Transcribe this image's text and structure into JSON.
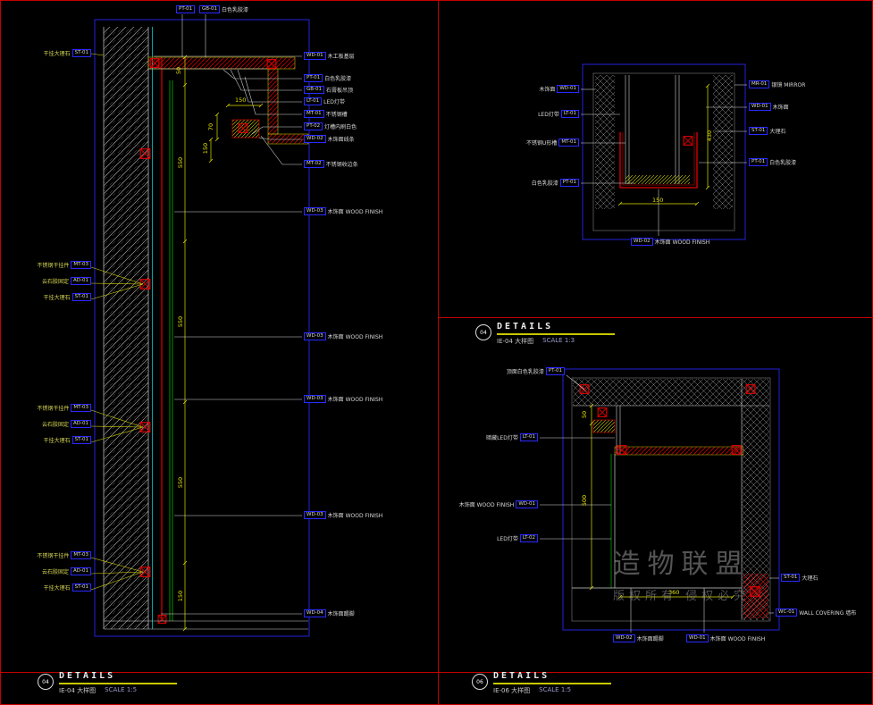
{
  "colors": {
    "frame_red": "#c40000",
    "viewport_blue": "#2222dd",
    "cyan": "#00d0d0",
    "dim_yellow": "#e0e000",
    "green": "#00b400",
    "hatch_gray": "#8f8f8f",
    "accent_red": "#e00000"
  },
  "watermark": {
    "line1": "造物联盟",
    "line2": "版权所有 侵权必究"
  },
  "titles": {
    "left": {
      "num": "04",
      "title": "DETAILS",
      "code": "IE-04 大样图",
      "scale": "SCALE 1:5"
    },
    "mid": {
      "num": "04",
      "title": "DETAILS",
      "code": "IE-04 大样图",
      "scale": "SCALE 1:3"
    },
    "right": {
      "num": "06",
      "title": "DETAILS",
      "code": "IE-06 大样图",
      "scale": "SCALE 1:5"
    }
  },
  "left_detail": {
    "top_note": "白色乳胶漆",
    "top_codes": [
      "PT-01",
      "GB-01"
    ],
    "callouts_right": [
      {
        "code": "WD-01",
        "label": "木工板基层"
      },
      {
        "code": "PT-01",
        "label": "白色乳胶漆"
      },
      {
        "code": "GB-01",
        "label": "石膏板吊顶"
      },
      {
        "code": "LT-01",
        "label": "LED灯带"
      },
      {
        "code": "MT-01",
        "label": "不锈钢槽"
      },
      {
        "code": "PT-02",
        "label": "灯槽内刷白色"
      },
      {
        "code": "WD-02",
        "label": "木饰面线条"
      },
      {
        "code": "MT-02",
        "label": "不锈钢收边条"
      },
      {
        "code": "WD-03",
        "label": "木饰面 WOOD FINISH"
      },
      {
        "code": "WD-03",
        "label": "木饰面 WOOD FINISH"
      },
      {
        "code": "WD-03",
        "label": "木饰面 WOOD FINISH"
      },
      {
        "code": "WD-03",
        "label": "木饰面 WOOD FINISH"
      },
      {
        "code": "WD-04",
        "label": "木饰面踢脚"
      }
    ],
    "callouts_left": [
      {
        "code": "ST-01",
        "label": "干挂大理石"
      },
      {
        "code": "MT-03",
        "label": "不锈钢干挂件"
      },
      {
        "code": "AD-01",
        "label": "云石胶固定"
      },
      {
        "code": "ST-01",
        "label": "干挂大理石"
      },
      {
        "code": "MT-03",
        "label": "不锈钢干挂件"
      },
      {
        "code": "AD-01",
        "label": "云石胶固定"
      },
      {
        "code": "ST-01",
        "label": "干挂大理石"
      },
      {
        "code": "MT-03",
        "label": "不锈钢干挂件"
      },
      {
        "code": "AD-01",
        "label": "云石胶固定"
      },
      {
        "code": "ST-01",
        "label": "干挂大理石"
      }
    ],
    "dims": {
      "h150": "150",
      "v70": "70",
      "v150": "150",
      "chain": [
        "50",
        "550",
        "550",
        "550",
        "150"
      ]
    }
  },
  "detail_tr": {
    "left": [
      {
        "code": "WD-01",
        "label": "木饰面"
      },
      {
        "code": "LT-01",
        "label": "LED灯带"
      },
      {
        "code": "MT-01",
        "label": "不锈钢U形槽"
      },
      {
        "code": "PT-01",
        "label": "白色乳胶漆"
      }
    ],
    "right": [
      {
        "code": "MR-01",
        "label": "银镜 MIRROR"
      },
      {
        "code": "WD-01",
        "label": "木饰面"
      },
      {
        "code": "ST-01",
        "label": "大理石"
      },
      {
        "code": "PT-01",
        "label": "白色乳胶漆"
      }
    ],
    "bottom": {
      "code": "WD-02",
      "label": "木饰面 WOOD FINISH"
    },
    "dims": {
      "w": "150",
      "h": "430"
    }
  },
  "detail_br": {
    "top": {
      "code": "PT-01",
      "label": "顶面白色乳胶漆"
    },
    "left": [
      {
        "code": "LT-01",
        "label": "暗藏LED灯带"
      },
      {
        "code": "WD-01",
        "label": "木饰面 WOOD FINISH"
      },
      {
        "code": "LT-02",
        "label": "LED灯带"
      }
    ],
    "right": [
      {
        "code": "ST-01",
        "label": "大理石"
      },
      {
        "code": "WC-01",
        "label": "WALL COVERING 墙布"
      }
    ],
    "bottom": [
      {
        "code": "WD-02",
        "label": "木饰面踢脚"
      },
      {
        "code": "WD-01",
        "label": "木饰面 WOOD FINISH"
      }
    ],
    "dims": {
      "v1": "50",
      "v2": "500",
      "h": "360"
    }
  }
}
